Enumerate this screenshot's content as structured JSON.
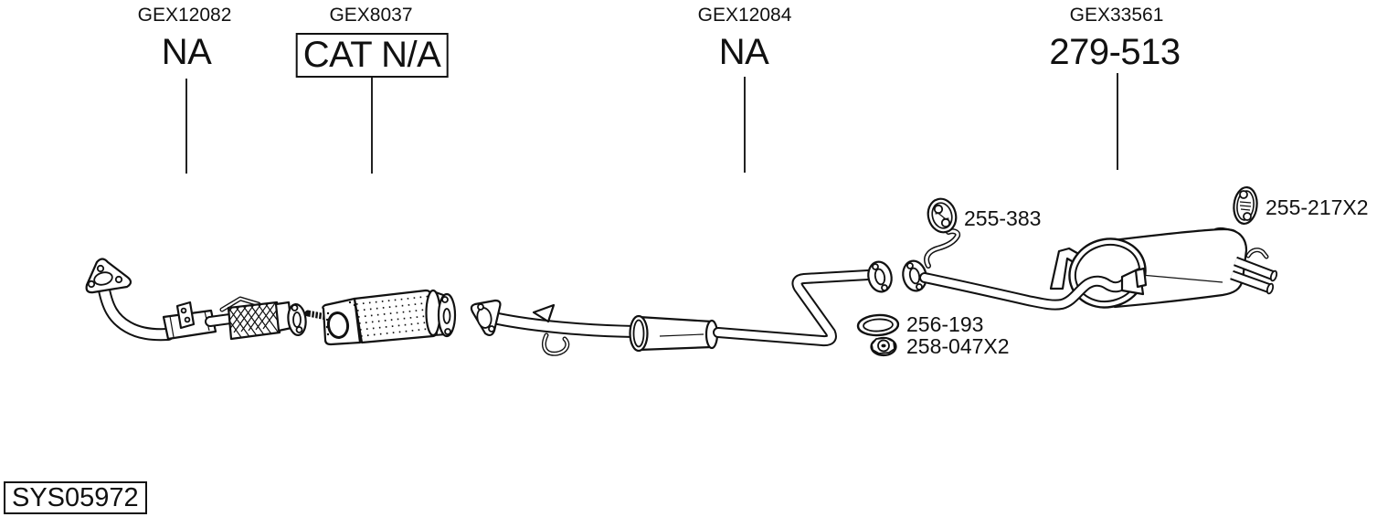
{
  "page": {
    "background": "#ffffff",
    "line_color": "#111111",
    "text_color": "#111111"
  },
  "diagram": {
    "system_code": "SYS05972",
    "callouts": [
      {
        "ref": "GEX12082",
        "part": "NA",
        "boxed": false
      },
      {
        "ref": "GEX8037",
        "part": "CAT N/A",
        "boxed": true
      },
      {
        "ref": "GEX12084",
        "part": "NA",
        "boxed": false
      },
      {
        "ref": "GEX33561",
        "part": "279-513",
        "boxed": false
      }
    ],
    "fittings": [
      {
        "part": "255-383",
        "icon": "rubber-hanger-icon"
      },
      {
        "part": "255-217X2",
        "icon": "rubber-hanger-icon"
      },
      {
        "part": "256-193",
        "icon": "gasket-ring-icon"
      },
      {
        "part": "258-047X2",
        "icon": "flange-nut-icon"
      }
    ]
  }
}
